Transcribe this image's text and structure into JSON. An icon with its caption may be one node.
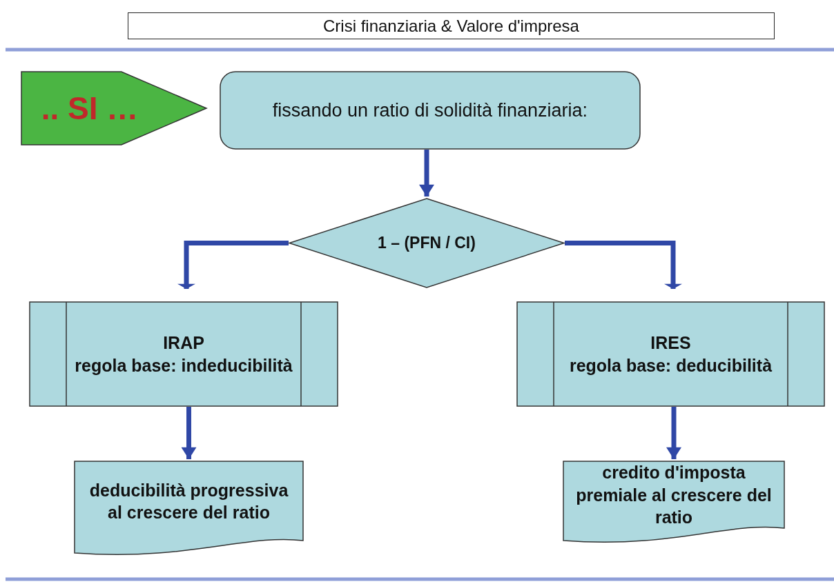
{
  "diagram": {
    "title": "Crisi finanziaria & Valore d'impresa",
    "nodes": [
      {
        "text": [
          ".. SI …"
        ]
      },
      {
        "text": [
          "fissando un ratio di solidità finanziaria:"
        ]
      },
      {
        "text": [
          "1 – (PFN / CI)"
        ]
      },
      {
        "text": [
          "IRAP",
          "regola base: indeducibilità"
        ]
      },
      {
        "text": [
          "IRES",
          "regola base: deducibilità"
        ]
      },
      {
        "text": [
          "deducibilità progressiva al crescere del ratio"
        ]
      },
      {
        "text": [
          "credito d'imposta premiale al crescere del ratio"
        ]
      }
    ],
    "edges": [
      {
        "from": 1,
        "to": 2,
        "arrow": "to"
      },
      {
        "from": 2,
        "to": 3,
        "arrow": "to"
      },
      {
        "from": 2,
        "to": 4,
        "arrow": "to"
      },
      {
        "from": 3,
        "to": 5,
        "arrow": "to"
      },
      {
        "from": 4,
        "to": 6,
        "arrow": "to"
      }
    ]
  }
}
